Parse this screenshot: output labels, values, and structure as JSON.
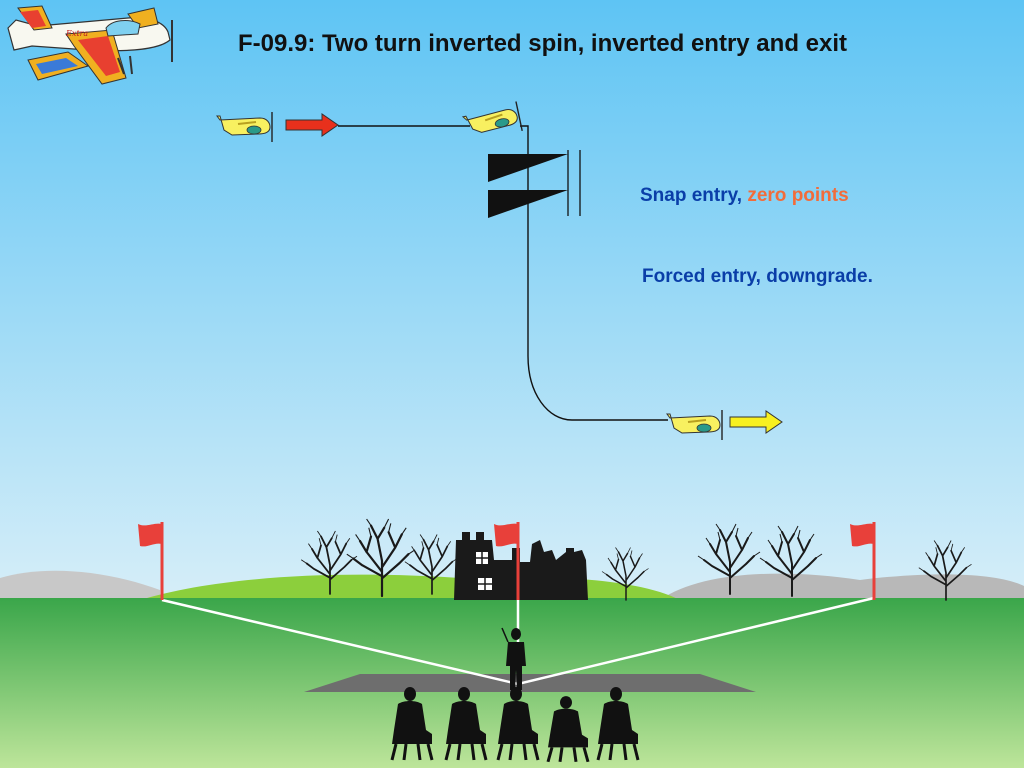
{
  "title": "F-09.9: Two turn inverted spin, inverted entry and exit",
  "notes": {
    "snap_prefix": "Snap entry,",
    "snap_points": "zero points",
    "forced": "Forced entry, downgrade."
  },
  "logo_text": "Extra",
  "colors": {
    "sky_top": "#5ec4f4",
    "sky_bottom": "#d6eef8",
    "grass_top": "#3aa64a",
    "grass_bottom": "#bde59a",
    "note_blue": "#0a3ea8",
    "note_orange": "#f26c3a",
    "entry_arrow": "#e8301c",
    "exit_arrow": "#f8f020",
    "plane_yellow": "#f8f060",
    "flag_red": "#e8403a"
  },
  "icons": [
    "logo-aerobatic-plane-icon",
    "entry-plane-icon",
    "spin-plane-icon",
    "exit-plane-icon",
    "entry-direction-arrow-icon",
    "exit-direction-arrow-icon",
    "spin-triangle-icon",
    "left-flag-icon",
    "center-flag-icon",
    "right-flag-icon",
    "castle-ruin-icon",
    "tree-icon",
    "pilot-silhouette-icon",
    "judge-silhouette-icon"
  ]
}
